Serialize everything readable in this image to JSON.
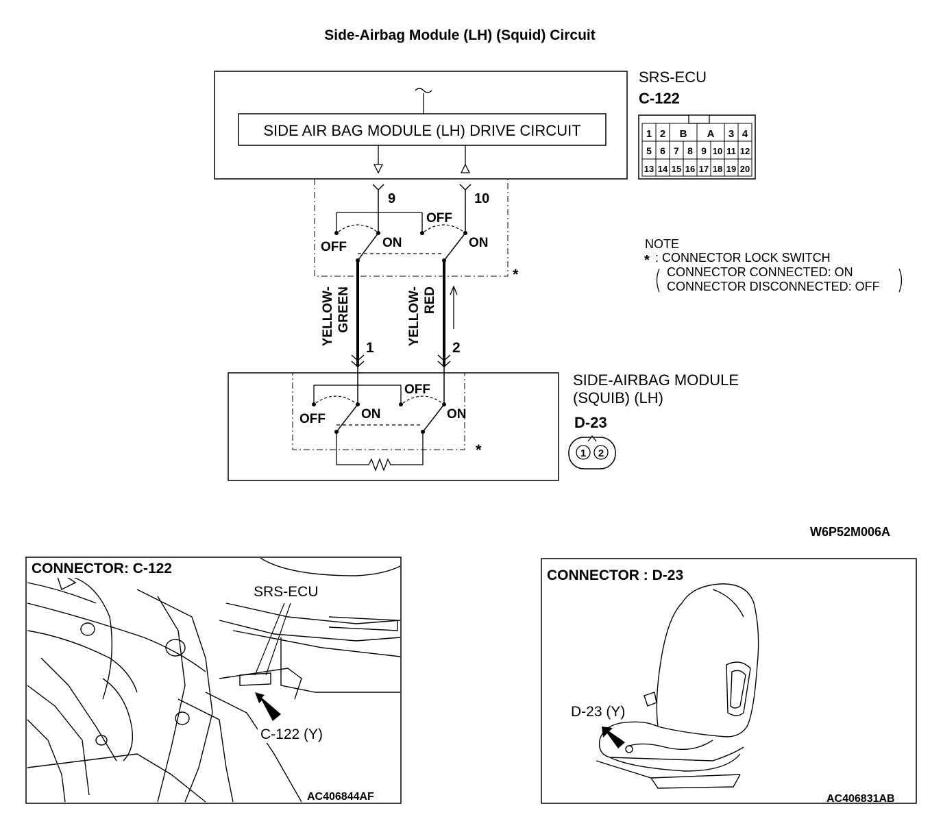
{
  "title": "Side-Airbag Module (LH) (Squid) Circuit",
  "ecu": {
    "name": "SRS-ECU",
    "connector": "C-122",
    "drive_circuit_label": "SIDE AIR BAG MODULE (LH) DRIVE CIRCUIT",
    "pin_a": "9",
    "pin_b": "10",
    "connector_pins_row1": [
      "1",
      "2",
      "B",
      "A",
      "3",
      "4"
    ],
    "connector_pins_row2": [
      "5",
      "6",
      "7",
      "8",
      "9",
      "10",
      "11",
      "12"
    ],
    "connector_pins_row3": [
      "13",
      "14",
      "15",
      "16",
      "17",
      "18",
      "19",
      "20"
    ]
  },
  "switch_labels": {
    "off": "OFF",
    "on": "ON"
  },
  "wires": [
    {
      "color_line1": "YELLOW-",
      "color_line2": "GREEN",
      "pin": "1"
    },
    {
      "color_line1": "YELLOW-",
      "color_line2": "RED",
      "pin": "2"
    }
  ],
  "module": {
    "name_line1": "SIDE-AIRBAG MODULE",
    "name_line2": "(SQUIB) (LH)",
    "connector": "D-23",
    "pins": [
      "1",
      "2"
    ]
  },
  "note": {
    "heading": "NOTE",
    "star": "*",
    "line1": ": CONNECTOR LOCK SWITCH",
    "line2": "CONNECTOR CONNECTED: ON",
    "line3": "CONNECTOR DISCONNECTED: OFF"
  },
  "diagram_code": "W6P52M006A",
  "panel_left": {
    "title": "CONNECTOR: C-122",
    "label_ecu": "SRS-ECU",
    "label_conn": "C-122 (Y)",
    "code": "AC406844AF"
  },
  "panel_right": {
    "title": "CONNECTOR : D-23",
    "label_conn": "D-23 (Y)",
    "code": "AC406831AB"
  }
}
